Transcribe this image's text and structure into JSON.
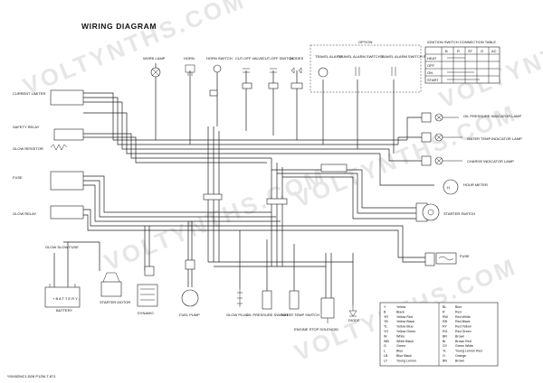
{
  "title": "WIRING DIAGRAM",
  "watermark": "VOLTYNTHS.COM",
  "footer_code": "*00X8ZMC1-B28 P1ZM-T-871",
  "option_box": {
    "label": "OPTION",
    "items": [
      "TRAVEL ALARM",
      "TRAVEL ALARM SWITCH L",
      "TRAVEL ALARM SWITCH R"
    ]
  },
  "ignition_table": {
    "title": "IGNITION SWITCH CONNECTION TABLE",
    "columns": [
      "B",
      "R",
      "ST",
      "G",
      "AC"
    ],
    "rows": [
      "HEAT",
      "OFF",
      "ON",
      "START"
    ]
  },
  "components": {
    "left": [
      "CURRENT LIMITER",
      "SAFETY RELAY",
      "GLOW RESISTOR",
      "FUSE",
      "GLOW RELAY",
      "GLOW SLOW FUSE",
      "BATTERY",
      "STARTER MOTOR"
    ],
    "top": [
      "WORK LAMP",
      "HORN",
      "HORN SWITCH",
      "CUT-OFF VALVE",
      "CUT-OFF SWITCH",
      "DIODES"
    ],
    "right": [
      "OIL PRESSURE INDICATOR LAMP",
      "WATER TEMP INDICATOR LAMP",
      "CHARGE INDICATOR LAMP",
      "HOUR METER",
      "STARTER SWITCH",
      "FUSE"
    ],
    "bottom": [
      "DYNAMO",
      "FUEL PUMP",
      "GLOW PLUG",
      "OIL PRESSURE SWITCH",
      "WATER TEMP SWITCH",
      "ENGINE STOP SOLENOID",
      "DIODE"
    ]
  },
  "legend": {
    "left": [
      {
        "code": "Y",
        "name": "Yellow"
      },
      {
        "code": "B",
        "name": "Black"
      },
      {
        "code": "YR",
        "name": "Yellow Red"
      },
      {
        "code": "YB",
        "name": "Yellow Black"
      },
      {
        "code": "YL",
        "name": "Yellow Blue"
      },
      {
        "code": "YG",
        "name": "Yellow Green"
      },
      {
        "code": "W",
        "name": "White"
      },
      {
        "code": "WB",
        "name": "White Black"
      },
      {
        "code": "G",
        "name": "Green"
      },
      {
        "code": "L",
        "name": "Blue"
      },
      {
        "code": "LB",
        "name": "Blue Black"
      },
      {
        "code": "LY",
        "name": "Young Lemon"
      }
    ],
    "right": [
      {
        "code": "BL",
        "name": "Blue"
      },
      {
        "code": "R",
        "name": "Red"
      },
      {
        "code": "RW",
        "name": "Red White"
      },
      {
        "code": "RB",
        "name": "Red Black"
      },
      {
        "code": "RY",
        "name": "Red Yellow"
      },
      {
        "code": "RG",
        "name": "Red Green"
      },
      {
        "code": "BR",
        "name": "Brown"
      },
      {
        "code": "Br",
        "name": "Brown Red"
      },
      {
        "code": "GY",
        "name": "Green White"
      },
      {
        "code": "YL",
        "name": "Young Lemon Red"
      },
      {
        "code": "O",
        "name": "Orange"
      },
      {
        "code": "BN",
        "name": "Brown"
      }
    ]
  }
}
